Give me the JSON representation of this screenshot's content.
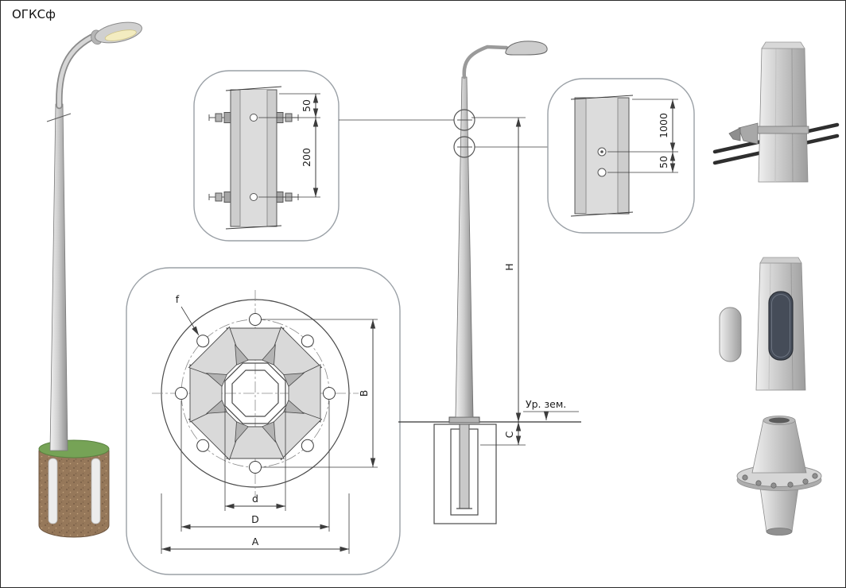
{
  "page": {
    "title": "ОГКСф"
  },
  "top_detail": {
    "dim_spacing_small": "50",
    "dim_spacing_large": "200"
  },
  "right_detail": {
    "dim_height": "1000",
    "dim_offset": "50"
  },
  "elevation": {
    "dim_height": "H",
    "dim_embed": "C",
    "ground_level_label": "Ур. зем."
  },
  "flange": {
    "hole_diameter_label": "f",
    "dim_bolt_span_vertical": "B",
    "dim_inner": "d",
    "dim_bolt_circle": "D",
    "dim_outer": "A"
  },
  "colors": {
    "line": "#3c3c3c",
    "steel_light": "#d9d9d9",
    "steel_mid": "#c9c9c9",
    "grass": "#76a356",
    "soil": "#96785a"
  }
}
